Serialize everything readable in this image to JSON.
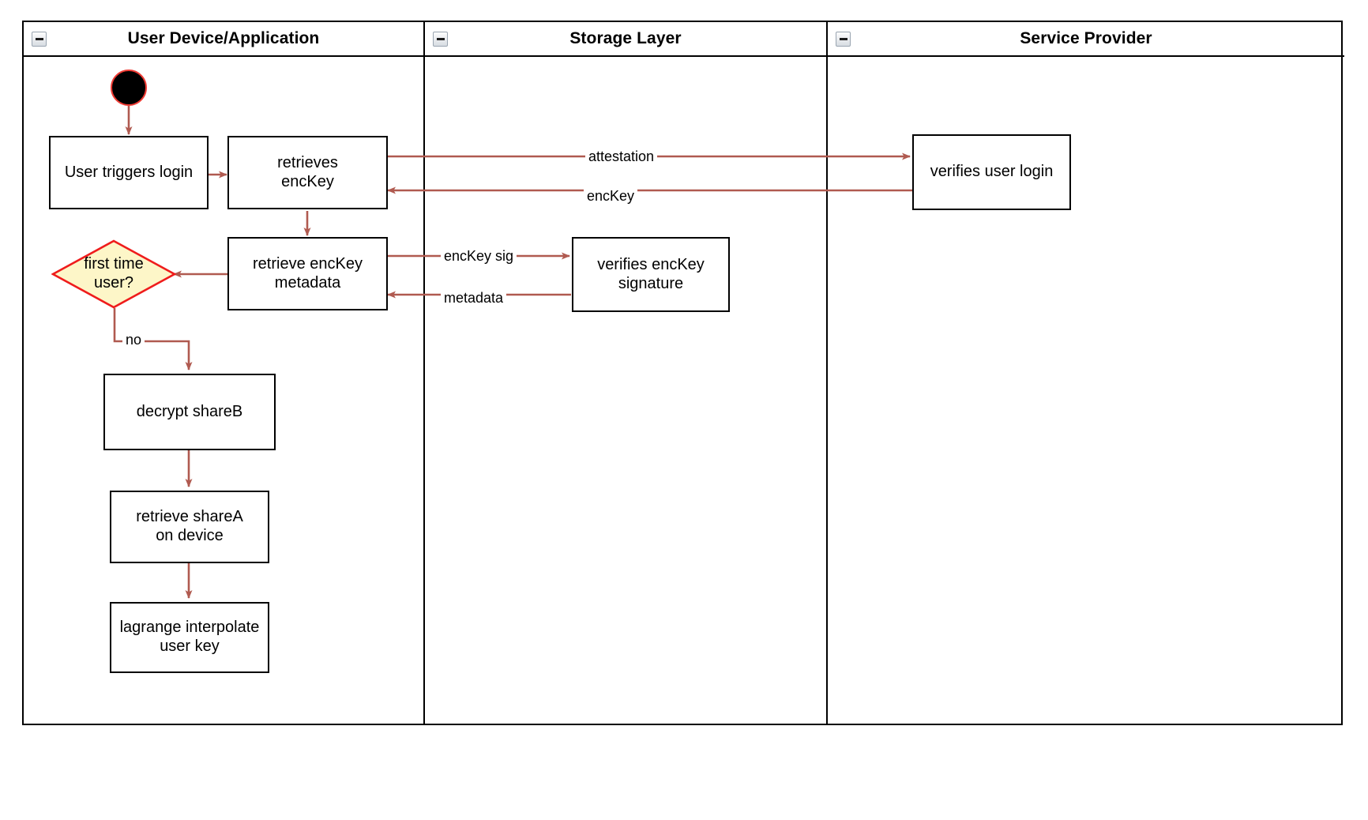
{
  "diagram": {
    "type": "swimlane-activity-diagram",
    "title": "",
    "accent_edge_color": "#b05a50",
    "decision_fill": "#fdf6c8",
    "decision_stroke": "#ef1c1c",
    "start_node_fill": "#000000",
    "start_node_stroke": "#ef3b34",
    "node_stroke": "#000000",
    "lane_stroke": "#000000"
  },
  "lanes": [
    {
      "id": "user-device",
      "title": "User Device/Application",
      "collapse_icon": "collapse-minus-icon"
    },
    {
      "id": "storage-layer",
      "title": "Storage Layer",
      "collapse_icon": "collapse-minus-icon"
    },
    {
      "id": "service-provider",
      "title": "Service Provider",
      "collapse_icon": "collapse-minus-icon"
    }
  ],
  "nodes": [
    {
      "id": "start",
      "kind": "start",
      "lane": "user-device",
      "label": ""
    },
    {
      "id": "user-triggers-login",
      "kind": "rect",
      "lane": "user-device",
      "label": "User triggers login"
    },
    {
      "id": "retrieves-enckey",
      "kind": "rect",
      "lane": "user-device",
      "label": "retrieves\nencKey"
    },
    {
      "id": "retrieve-enckey-metadata",
      "kind": "rect",
      "lane": "user-device",
      "label": "retrieve encKey\nmetadata"
    },
    {
      "id": "first-time-user",
      "kind": "decision",
      "lane": "user-device",
      "label": "first time\nuser?"
    },
    {
      "id": "decrypt-shareb",
      "kind": "rect",
      "lane": "user-device",
      "label": "decrypt shareB"
    },
    {
      "id": "retrieve-sharea-on-device",
      "kind": "rect",
      "lane": "user-device",
      "label": "retrieve shareA\non device"
    },
    {
      "id": "lagrange-interpolate-user-key",
      "kind": "rect",
      "lane": "user-device",
      "label": "lagrange interpolate\nuser key"
    },
    {
      "id": "verifies-enckey-signature",
      "kind": "rect",
      "lane": "storage-layer",
      "label": "verifies encKey\nsignature"
    },
    {
      "id": "verifies-user-login",
      "kind": "rect",
      "lane": "service-provider",
      "label": "verifies user login"
    }
  ],
  "edges": [
    {
      "id": "e-start-login",
      "from": "start",
      "to": "user-triggers-login",
      "label": ""
    },
    {
      "id": "e-login-retrieves",
      "from": "user-triggers-login",
      "to": "retrieves-enckey",
      "label": ""
    },
    {
      "id": "e-attestation",
      "from": "retrieves-enckey",
      "to": "verifies-user-login",
      "label": "attestation"
    },
    {
      "id": "e-enckey",
      "from": "verifies-user-login",
      "to": "retrieves-enckey",
      "label": "encKey"
    },
    {
      "id": "e-retrieves-metadata",
      "from": "retrieves-enckey",
      "to": "retrieve-enckey-metadata",
      "label": ""
    },
    {
      "id": "e-enckey-sig",
      "from": "retrieve-enckey-metadata",
      "to": "verifies-enckey-signature",
      "label": "encKey sig"
    },
    {
      "id": "e-metadata",
      "from": "verifies-enckey-signature",
      "to": "retrieve-enckey-metadata",
      "label": "metadata"
    },
    {
      "id": "e-metadata-decision",
      "from": "retrieve-enckey-metadata",
      "to": "first-time-user",
      "label": ""
    },
    {
      "id": "e-no",
      "from": "first-time-user",
      "to": "decrypt-shareb",
      "label": "no"
    },
    {
      "id": "e-decrypt-retrieve",
      "from": "decrypt-shareb",
      "to": "retrieve-sharea-on-device",
      "label": ""
    },
    {
      "id": "e-retrieve-lagrange",
      "from": "retrieve-sharea-on-device",
      "to": "lagrange-interpolate-user-key",
      "label": ""
    }
  ]
}
